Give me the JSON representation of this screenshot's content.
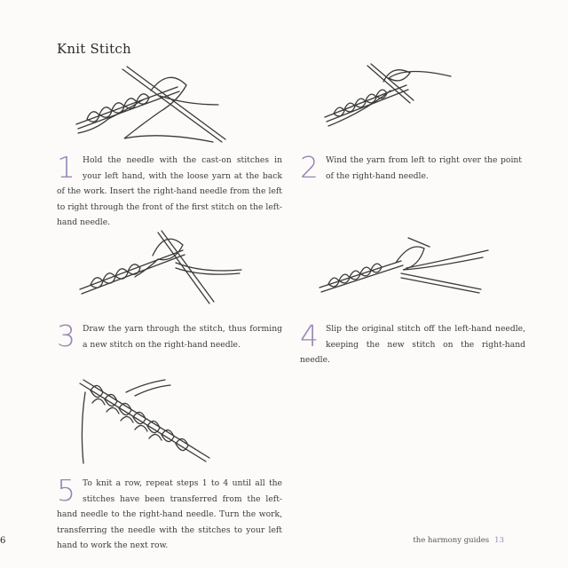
{
  "page": {
    "title": "Knit Stitch"
  },
  "steps": [
    {
      "number": "1",
      "text": "Hold the needle with the cast-on stitches in your left hand, with the loose yarn at the back of the work. Insert the right-hand needle from the left to right through the front of the first stitch on the left-hand needle."
    },
    {
      "number": "2",
      "text": "Wind the yarn from left to right over the point of the right-hand needle."
    },
    {
      "number": "3",
      "text": "Draw the yarn through the stitch, thus forming a new stitch on the right-hand needle."
    },
    {
      "number": "4",
      "text": "Slip the original stitch off the left-hand needle, keeping the new stitch on the right-hand needle."
    },
    {
      "number": "5",
      "text": "To knit a row, repeat steps 1 to 4 until all the stitches have been transferred from the left-hand needle to the right-hand needle. Turn the work, transferring the needle with the stitches to your left hand to work the next row."
    }
  ],
  "footer": {
    "series": "the harmony guides",
    "page_number": "13",
    "edge_mark": "6"
  }
}
